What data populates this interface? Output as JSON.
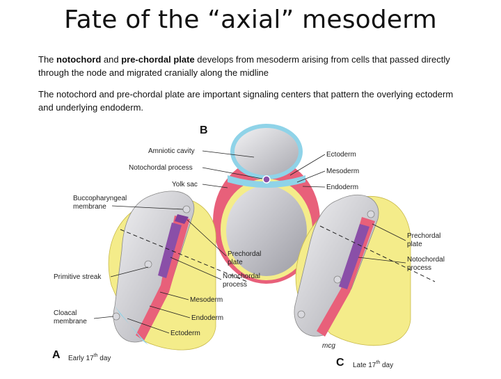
{
  "title": "Fate of the “axial” mesoderm",
  "paragraph1": {
    "t1": "The ",
    "b1": "notochord",
    "t2": " and ",
    "b2": "pre-chordal plate",
    "t3": " develops from mesoderm arising from cells that passed directly through the node and migrated cranially along the midline"
  },
  "paragraph2": "The notochord and pre-chordal plate are important signaling centers that pattern the overlying ectoderm and underlying endoderm.",
  "figure": {
    "panel_b": {
      "letter": "B",
      "labels_left": [
        "Amniotic cavity",
        "Notochordal process",
        "Yolk sac"
      ],
      "labels_right": [
        "Ectoderm",
        "Mesoderm",
        "Endoderm"
      ]
    },
    "panel_a": {
      "letter": "A",
      "caption": "Early 17",
      "caption_sup": "th",
      "caption_tail": " day",
      "labels_left": [
        "Buccopharyngeal",
        "membrane",
        "Primitive streak",
        "Cloacal",
        "membrane"
      ],
      "labels_center": [
        "Prechordal",
        "plate",
        "Notochordal",
        "process",
        "Mesoderm",
        "Endoderm",
        "Ectoderm"
      ]
    },
    "panel_c": {
      "letter": "C",
      "caption": "Late 17",
      "caption_sup": "th",
      "caption_tail": " day",
      "labels_right": [
        "Prechordal",
        "plate",
        "Notochordal",
        "process"
      ]
    },
    "signature": "mcg",
    "colors": {
      "ectoderm": "#8fd3e8",
      "mesoderm": "#e8607a",
      "endoderm": "#f4ec8a",
      "cavity_gray": "#c8c8cc",
      "notochord_purple": "#8a4fa8"
    }
  }
}
